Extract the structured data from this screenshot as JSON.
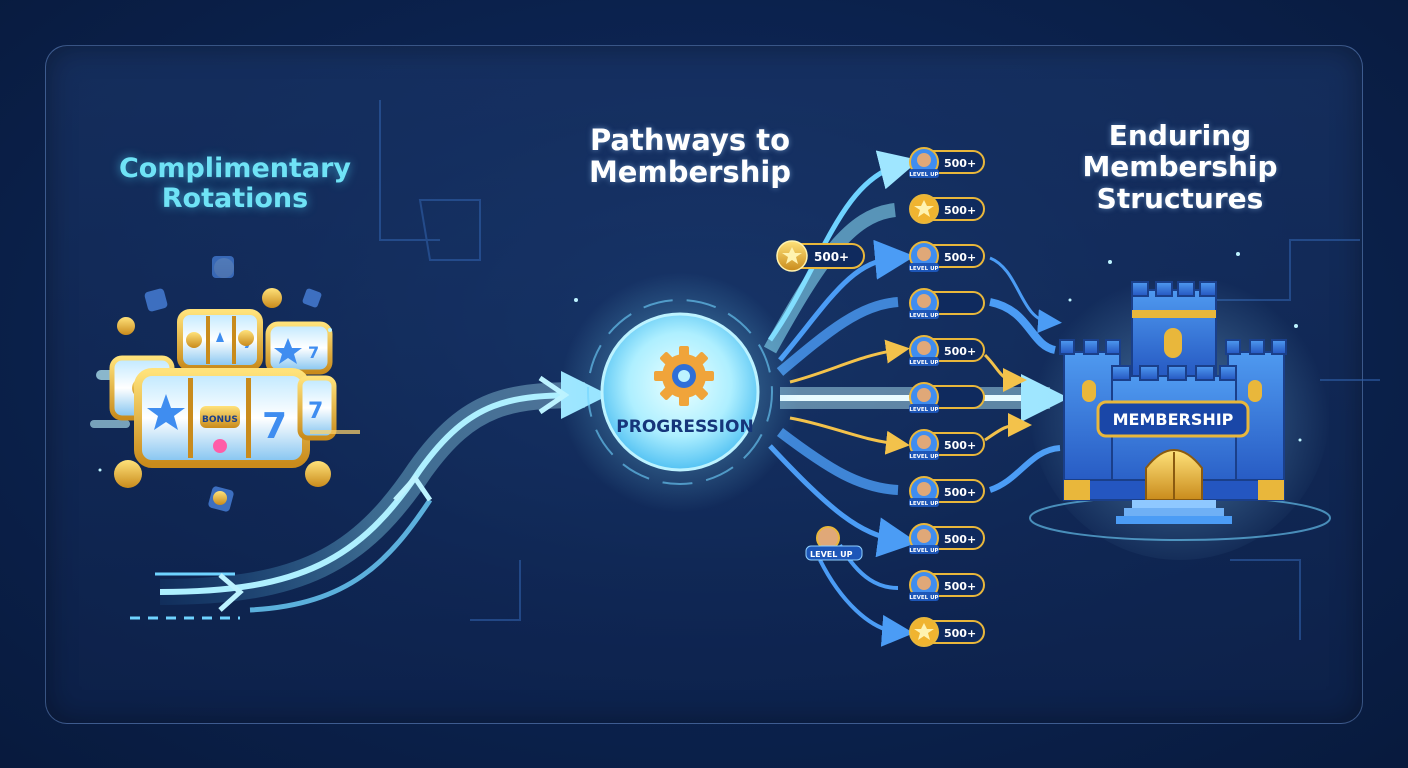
{
  "titles": {
    "left_line1": "Complimentary",
    "left_line2": "Rotations",
    "middle_line1": "Pathways to",
    "middle_line2": "Membership",
    "right_line1": "Enduring",
    "right_line2": "Membership",
    "right_line3": "Structures"
  },
  "hub": {
    "label": "PROGRESSION"
  },
  "castle": {
    "banner": "MEMBERSHIP"
  },
  "slot": {
    "reel_badge": "BONUS"
  },
  "reward_badges": [
    {
      "label": "500+",
      "icon": "avatar",
      "tag": "LEVEL UP"
    },
    {
      "label": "500+",
      "icon": "star-coin"
    },
    {
      "label": "500+",
      "icon": "avatar",
      "tag": "LEVEL UP"
    },
    {
      "label": "",
      "icon": "avatar",
      "tag": "LEVEL UP"
    },
    {
      "label": "500+",
      "icon": "avatar",
      "tag": "LEVEL UP"
    },
    {
      "label": "",
      "icon": "avatar",
      "tag": "LEVEL UP"
    },
    {
      "label": "500+",
      "icon": "avatar",
      "tag": "LEVEL UP"
    },
    {
      "label": "500+",
      "icon": "avatar",
      "tag": "LEVEL UP"
    },
    {
      "label": "500+",
      "icon": "avatar",
      "tag": "LEVEL UP"
    },
    {
      "label": "500+",
      "icon": "avatar",
      "tag": "LEVEL UP"
    },
    {
      "label": "500+",
      "icon": "star-coin"
    }
  ],
  "side_badges": [
    {
      "label": "500+",
      "icon": "star-coin"
    },
    {
      "label": "LEVEL UP",
      "icon": "avatar"
    }
  ],
  "colors": {
    "accent_cyan": "#6fe3f6",
    "arrow_blue": "#3f8df0",
    "arrow_gold": "#f3c24b",
    "castle_blue": "#2f6fd8",
    "gold": "#e9b73b"
  }
}
